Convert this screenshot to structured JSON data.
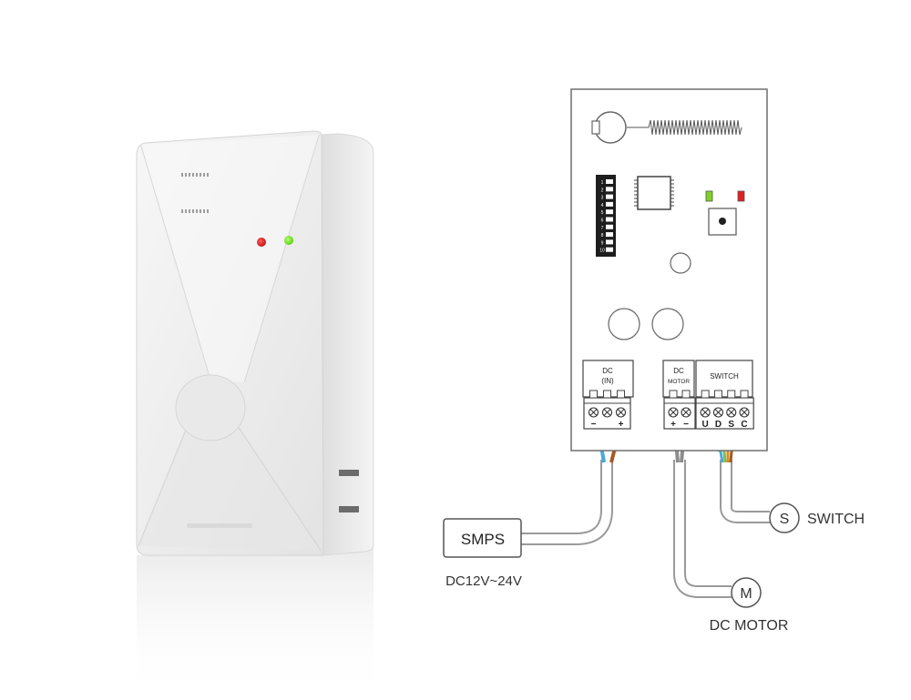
{
  "board": {
    "terminal_dc_in": {
      "line1": "DC",
      "line2": "(IN)",
      "pins": [
        "−",
        "",
        "+"
      ]
    },
    "terminal_dc_motor": {
      "line1": "DC",
      "line2": "MOTOR",
      "pins": [
        "+",
        "−"
      ]
    },
    "terminal_switch": {
      "label": "SWITCH",
      "pins": [
        "U",
        "D",
        "S",
        "C"
      ]
    },
    "dip_switch_numbers": [
      "1",
      "2",
      "3",
      "4",
      "5",
      "6",
      "7",
      "8",
      "9",
      "10"
    ],
    "led_colors": {
      "green": "#7ed321",
      "red": "#e02020"
    }
  },
  "smps": {
    "label": "SMPS",
    "voltage": "DC12V~24V"
  },
  "motor": {
    "symbol": "M",
    "label": "DC MOTOR"
  },
  "switch": {
    "symbol": "S",
    "label": "SWITCH"
  },
  "device": {
    "led_colors": {
      "red": "#c0161b",
      "green": "#5cd014"
    },
    "body_color": "#eeeeee"
  }
}
